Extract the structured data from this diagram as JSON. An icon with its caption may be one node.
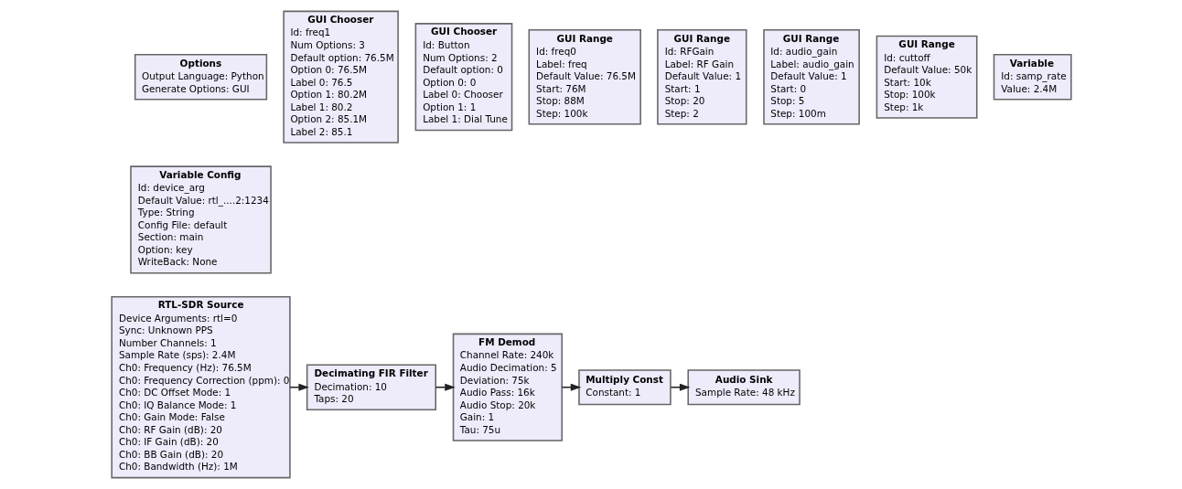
{
  "diagram": {
    "nodes": [
      {
        "text": [
          "Options",
          "Output Language: Python",
          "Generate Options: GUI"
        ]
      },
      {
        "text": [
          "Variable Config",
          "Id: device_arg",
          "Default Value: rtl_....2:1234",
          "Type: String",
          "Config File: default",
          "Section: main",
          "Option: key",
          "WriteBack: None"
        ]
      },
      {
        "text": [
          "GUI Chooser",
          "Id: freq1",
          "Num Options: 3",
          "Default option: 76.5M",
          "Option 0: 76.5M",
          "Label 0: 76.5",
          "Option 1: 80.2M",
          "Label 1: 80.2",
          "Option 2: 85.1M",
          "Label 2: 85.1"
        ]
      },
      {
        "text": [
          "GUI Chooser",
          "Id: Button",
          "Num Options: 2",
          "Default option: 0",
          "Option 0: 0",
          "Label 0: Chooser",
          "Option 1: 1",
          "Label 1: Dial Tune"
        ]
      },
      {
        "text": [
          "GUI Range",
          "Id: freq0",
          "Label: freq",
          "Default Value: 76.5M",
          "Start: 76M",
          "Stop: 88M",
          "Step: 100k"
        ]
      },
      {
        "text": [
          "GUI Range",
          "Id: RFGain",
          "Label: RF Gain",
          "Default Value: 1",
          "Start: 1",
          "Stop: 20",
          "Step: 2"
        ]
      },
      {
        "text": [
          "GUI Range",
          "Id: audio_gain",
          "Label: audio_gain",
          "Default Value: 1",
          "Start: 0",
          "Stop: 5",
          "Step: 100m"
        ]
      },
      {
        "text": [
          "GUI Range",
          "Id: cuttoff",
          "Default Value: 50k",
          "Start: 10k",
          "Stop: 100k",
          "Step: 1k"
        ]
      },
      {
        "text": [
          "Variable",
          "Id: samp_rate",
          "Value: 2.4M"
        ]
      },
      {
        "text": [
          "RTL-SDR Source",
          "Device Arguments: rtl=0",
          "Sync: Unknown PPS",
          "Number Channels: 1",
          "Sample Rate (sps): 2.4M",
          "Ch0: Frequency (Hz): 76.5M",
          "Ch0: Frequency Correction (ppm): 0",
          "Ch0: DC Offset Mode: 1",
          "Ch0: IQ Balance Mode: 1",
          "Ch0: Gain Mode: False",
          "Ch0: RF Gain (dB): 20",
          "Ch0: IF Gain (dB): 20",
          "Ch0: BB Gain (dB): 20",
          "Ch0: Bandwidth (Hz): 1M"
        ]
      },
      {
        "text": [
          "Decimating FIR Filter",
          "Decimation: 10",
          "Taps: 20"
        ]
      },
      {
        "text": [
          "FM Demod",
          "Channel Rate: 240k",
          "Audio Decimation: 5",
          "Deviation: 75k",
          "Audio Pass: 16k",
          "Audio Stop: 20k",
          "Gain: 1",
          "Tau: 75u"
        ]
      },
      {
        "text": [
          "Multiply Const",
          "Constant: 1"
        ]
      },
      {
        "text": [
          "Audio Sink",
          "Sample Rate: 48 kHz"
        ]
      }
    ],
    "edges": [
      {
        "from": 9,
        "to": 10,
        "arrow": "to"
      },
      {
        "from": 10,
        "to": 11,
        "arrow": "to"
      },
      {
        "from": 11,
        "to": 12,
        "arrow": "to"
      },
      {
        "from": 12,
        "to": 13,
        "arrow": "to"
      }
    ]
  }
}
